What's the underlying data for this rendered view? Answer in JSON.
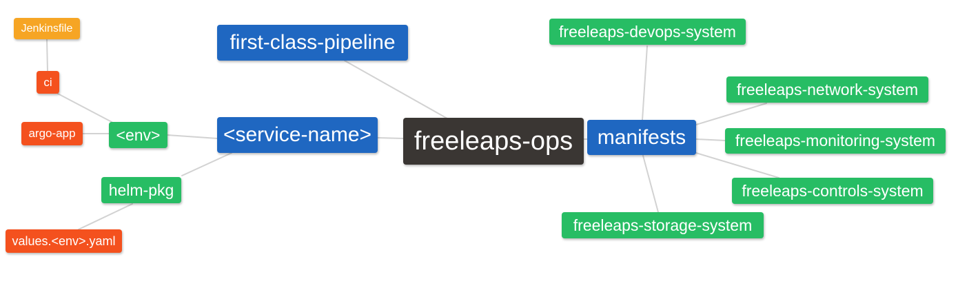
{
  "diagram": {
    "type": "mindmap",
    "root": "freeleaps-ops",
    "background": "#ffffff",
    "palette": {
      "blue": "#1f67c1",
      "green": "#27bd64",
      "red_orange": "#f4511e",
      "orange": "#f6a524",
      "dark": "#3a3633",
      "edge_line": "#d2d2d2",
      "node_text": "#ffffff"
    },
    "nodes": {
      "jenkinsfile": {
        "label": "Jenkinsfile",
        "color": "orange"
      },
      "ci": {
        "label": "ci",
        "color": "red_orange"
      },
      "argo_app": {
        "label": "argo-app",
        "color": "red_orange"
      },
      "env": {
        "label": "<env>",
        "color": "green"
      },
      "helm_pkg": {
        "label": "helm-pkg",
        "color": "green"
      },
      "values_env_yaml": {
        "label": "values.<env>.yaml",
        "color": "red_orange"
      },
      "first_class_pipeline": {
        "label": "first-class-pipeline",
        "color": "blue"
      },
      "service_name": {
        "label": "<service-name>",
        "color": "blue"
      },
      "freeleaps_ops": {
        "label": "freeleaps-ops",
        "color": "dark"
      },
      "manifests": {
        "label": "manifests",
        "color": "blue"
      },
      "devops_system": {
        "label": "freeleaps-devops-system",
        "color": "green"
      },
      "network_system": {
        "label": "freeleaps-network-system",
        "color": "green"
      },
      "monitoring_system": {
        "label": "freeleaps-monitoring-system",
        "color": "green"
      },
      "controls_system": {
        "label": "freeleaps-controls-system",
        "color": "green"
      },
      "storage_system": {
        "label": "freeleaps-storage-system",
        "color": "green"
      }
    },
    "edges": [
      {
        "from": "jenkinsfile",
        "to": "ci"
      },
      {
        "from": "ci",
        "to": "env"
      },
      {
        "from": "argo_app",
        "to": "env"
      },
      {
        "from": "env",
        "to": "service_name"
      },
      {
        "from": "helm_pkg",
        "to": "service_name"
      },
      {
        "from": "values_env_yaml",
        "to": "helm_pkg"
      },
      {
        "from": "first_class_pipeline",
        "to": "freeleaps_ops"
      },
      {
        "from": "service_name",
        "to": "freeleaps_ops"
      },
      {
        "from": "freeleaps_ops",
        "to": "manifests"
      },
      {
        "from": "manifests",
        "to": "devops_system"
      },
      {
        "from": "manifests",
        "to": "network_system"
      },
      {
        "from": "manifests",
        "to": "monitoring_system"
      },
      {
        "from": "manifests",
        "to": "controls_system"
      },
      {
        "from": "manifests",
        "to": "storage_system"
      }
    ]
  }
}
